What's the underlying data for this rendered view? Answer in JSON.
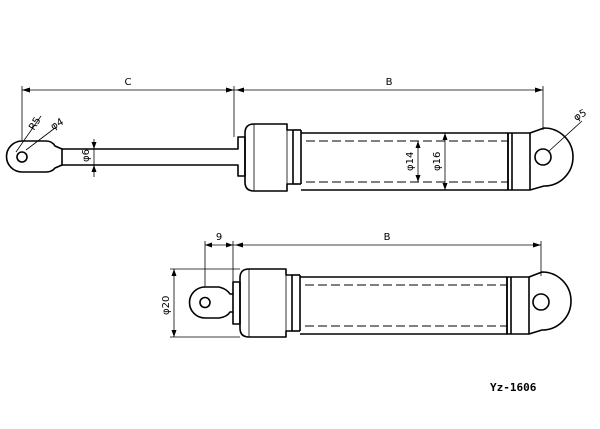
{
  "dimensions": {
    "top_c": "C",
    "top_b": "B",
    "r5": "R5",
    "d4": "φ4",
    "d6": "φ6",
    "d14": "φ14",
    "d16": "φ16",
    "d5": "φ5",
    "bottom_9": "9",
    "bottom_b": "B",
    "d20": "φ20"
  },
  "model_code": "Yz-1606"
}
